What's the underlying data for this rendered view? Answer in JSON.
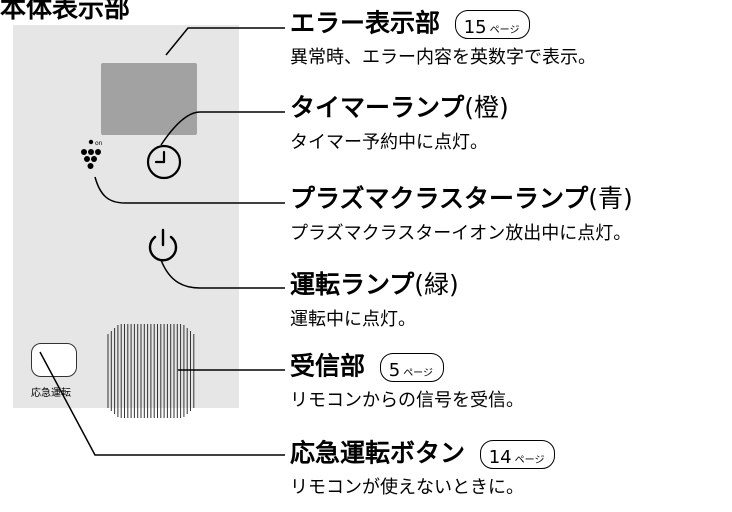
{
  "heading": "本体表示部",
  "panel": {
    "emergency_label": "応急運転"
  },
  "items": [
    {
      "title": "エラー表示部",
      "suffix": "",
      "ref_page": "15",
      "ref_unit": "ページ",
      "desc": "異常時、エラー内容を英数字で表示。"
    },
    {
      "title": "タイマーランプ",
      "suffix": "(橙)",
      "desc": "タイマー予約中に点灯。"
    },
    {
      "title": "プラズマクラスターランプ",
      "suffix": "(青)",
      "desc": "プラズマクラスターイオン放出中に点灯。"
    },
    {
      "title": "運転ランプ",
      "suffix": "(緑)",
      "desc": "運転中に点灯。"
    },
    {
      "title": "受信部",
      "suffix": "",
      "ref_page": "5",
      "ref_unit": "ページ",
      "desc": "リモコンからの信号を受信。"
    },
    {
      "title": "応急運転ボタン",
      "suffix": "",
      "ref_page": "14",
      "ref_unit": "ページ",
      "desc": "リモコンが使えないときに。"
    }
  ],
  "icons": {
    "timer": "clock-icon",
    "plasmacluster": "grape-cluster-icon",
    "power": "power-icon",
    "plasmacluster_small_text": "on"
  },
  "colors": {
    "panel": "#e6e6e6",
    "error_display": "#a2a2a2"
  }
}
